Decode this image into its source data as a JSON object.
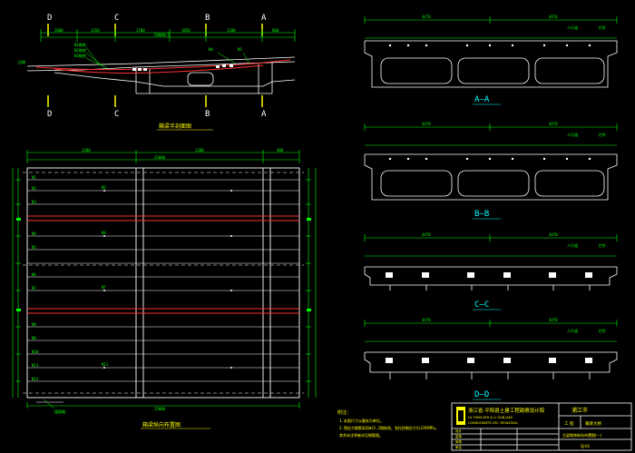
{
  "colors": {
    "background": "#000000",
    "structure": "#ffffff",
    "dimension": "#00ff00",
    "text": "#ffff00",
    "tendon": "#ff3030",
    "frame": "#ffffff",
    "cyan": "#00ffff"
  },
  "elevation": {
    "section_markers_top": [
      "D",
      "C",
      "B",
      "A"
    ],
    "section_markers_bottom": [
      "D",
      "C",
      "B",
      "A"
    ],
    "title": "箱梁半剖面图"
  },
  "plan": {
    "title": "箱梁纵向布置图"
  },
  "sections": [
    {
      "label": "A—A"
    },
    {
      "label": "B—B"
    },
    {
      "label": "C—C"
    },
    {
      "label": "D—D"
    }
  ],
  "notes": {
    "heading": "附注：",
    "lines": [
      "1.本图尺寸以厘米为单位。",
      "2.预应力钢筋采用Φ15.2钢绞线，张拉控制应力为1395MPa。",
      "  其余未注明者详见钢筋图。"
    ]
  },
  "title_block": {
    "company_cn": "浙江省·平阳县土建工程勘察设计院",
    "company_en_1": "LU YUNG-YEH & LI QUN-HAO",
    "company_en_2": "CONSULTANTS LTD.  YEHAZGGA",
    "city": "浦江市",
    "project_label": "工 程",
    "project_value": "箱梁大桥",
    "drawing_title": "主梁钢束纵向布置图(一)",
    "drawing_no": "SJ-01",
    "rows": [
      "设计",
      "复核",
      "审核",
      "审定"
    ]
  }
}
